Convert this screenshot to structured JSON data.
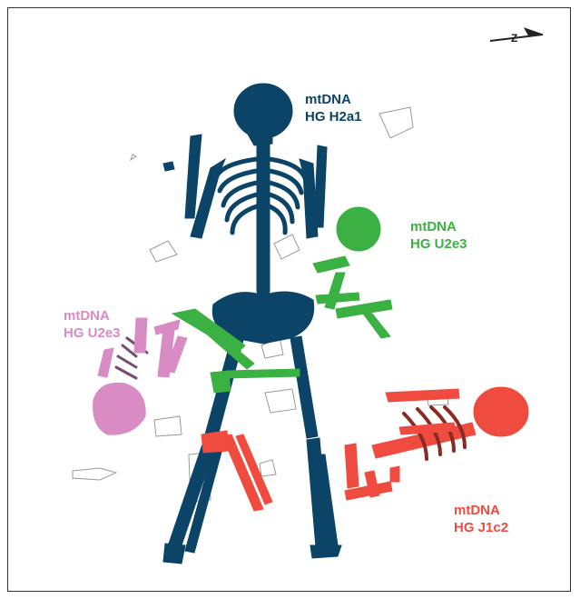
{
  "colors": {
    "blue_skeleton": "#0b4466",
    "green_skeleton": "#3bb143",
    "pink_skeleton": "#d98bc4",
    "red_skeleton": "#ef4b3f",
    "outline": "#888888"
  },
  "labels": {
    "blue": {
      "line1": "mtDNA",
      "line2": "HG H2a1"
    },
    "green": {
      "line1": "mtDNA",
      "line2": "HG U2e3"
    },
    "pink": {
      "line1": "mtDNA",
      "line2": "HG U2e3"
    },
    "red": {
      "line1": "mtDNA",
      "line2": "HG J1c2"
    }
  },
  "north_arrow": {
    "glyph": "Z",
    "icon": "north-arrow-icon"
  }
}
